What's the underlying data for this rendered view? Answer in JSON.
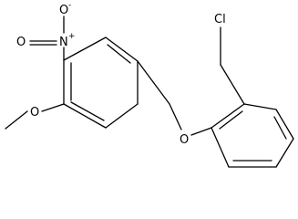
{
  "molecule": {
    "atoms": {
      "nitro_oxygen_top": "O",
      "nitro_oxygen_charge": "-",
      "nitro_nitrogen": "N",
      "nitro_nitrogen_charge": "+",
      "nitro_oxygen_left": "O",
      "methoxy_oxygen": "O",
      "ether_oxygen": "O",
      "chlorine": "Cl"
    }
  }
}
